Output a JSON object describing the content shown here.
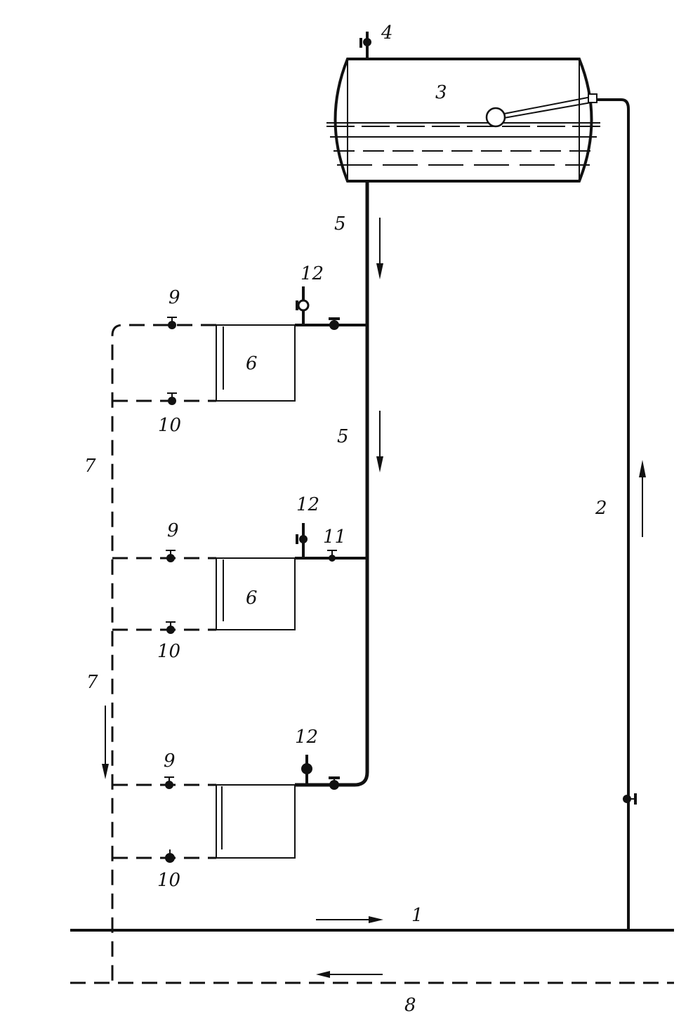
{
  "labels": {
    "vent_valve": "4",
    "tank": "3",
    "downpipe_upper": "5",
    "downpipe_middle": "5",
    "air_valve_top": "12",
    "air_valve_middle": "12",
    "air_valve_bottom": "12",
    "valve9_top": "9",
    "valve9_middle": "9",
    "valve9_bottom": "9",
    "valve10_top": "10",
    "valve10_middle": "10",
    "valve10_bottom": "10",
    "heater_top": "6",
    "heater_middle": "6",
    "return_upper": "7",
    "return_lower": "7",
    "valve11": "11",
    "riser": "2",
    "supply_main": "1",
    "return_main": "8"
  }
}
